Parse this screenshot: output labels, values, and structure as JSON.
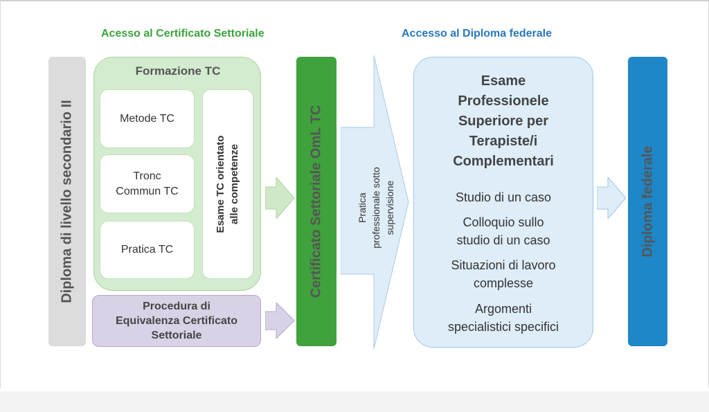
{
  "headings": {
    "certificato": "Acesso al Certificato Settoriale",
    "diploma": "Accesso al Diploma federale"
  },
  "left_bar": {
    "label": "Diploma di livello secondario II"
  },
  "formazione": {
    "title": "Formazione TC",
    "metode": "Metode TC",
    "tronc_line1": "Tronc",
    "tronc_line2": "Commun TC",
    "pratica": "Pratica TC",
    "esame_line1": "Esame TC orientato",
    "esame_line2": "alle competenze"
  },
  "procedura": {
    "line1": "Procedura di",
    "line2": "Equivalenza Certificato",
    "line3": "Settoriale"
  },
  "certificato_bar": {
    "label": "Certificato Settoriale OmL TC"
  },
  "pratica_supervisione": {
    "line1": "Pratica",
    "line2": "professionale sotto",
    "line3": "supervisione"
  },
  "esame_professionale": {
    "title_line1": "Esame",
    "title_line2": "Professionele",
    "title_line3": "Superiore per",
    "title_line4": "Terapiste/i",
    "title_line5": "Complementari",
    "items": [
      {
        "line1": "Studio di un caso",
        "line2": ""
      },
      {
        "line1": "Colloquio sullo",
        "line2": "studio di un caso"
      },
      {
        "line1": "Situazioni di lavoro",
        "line2": "complesse"
      },
      {
        "line1": "Argomenti",
        "line2": "specialistici specifici"
      }
    ]
  },
  "federale_bar": {
    "label": "Diploma federale"
  },
  "colors": {
    "green_heading": "#3aa33a",
    "blue_heading": "#2878c0",
    "green_bar": "#3fa23c",
    "blue_bar": "#1e87c8",
    "gray_bar": "#dcdcdc",
    "green_panel": "#d3ebce",
    "purple_panel": "#d9d2e6",
    "blue_panel": "#deedf8"
  }
}
